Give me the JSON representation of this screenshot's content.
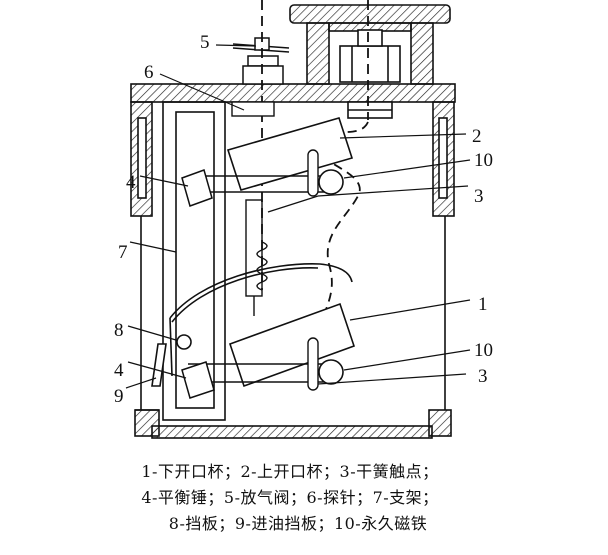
{
  "callouts": {
    "c1": "1",
    "c2": "2",
    "c3a": "3",
    "c3b": "3",
    "c4a": "4",
    "c4b": "4",
    "c5": "5",
    "c6": "6",
    "c7": "7",
    "c8": "8",
    "c9": "9",
    "c10a": "10",
    "c10b": "10"
  },
  "legend": [
    "1-下开口杯；2-上开口杯；3-干簧触点；",
    "4-平衡锤；5-放气阀；6-探针；7-支架；",
    "8-挡板；9-进油挡板；10-永久磁铁"
  ]
}
